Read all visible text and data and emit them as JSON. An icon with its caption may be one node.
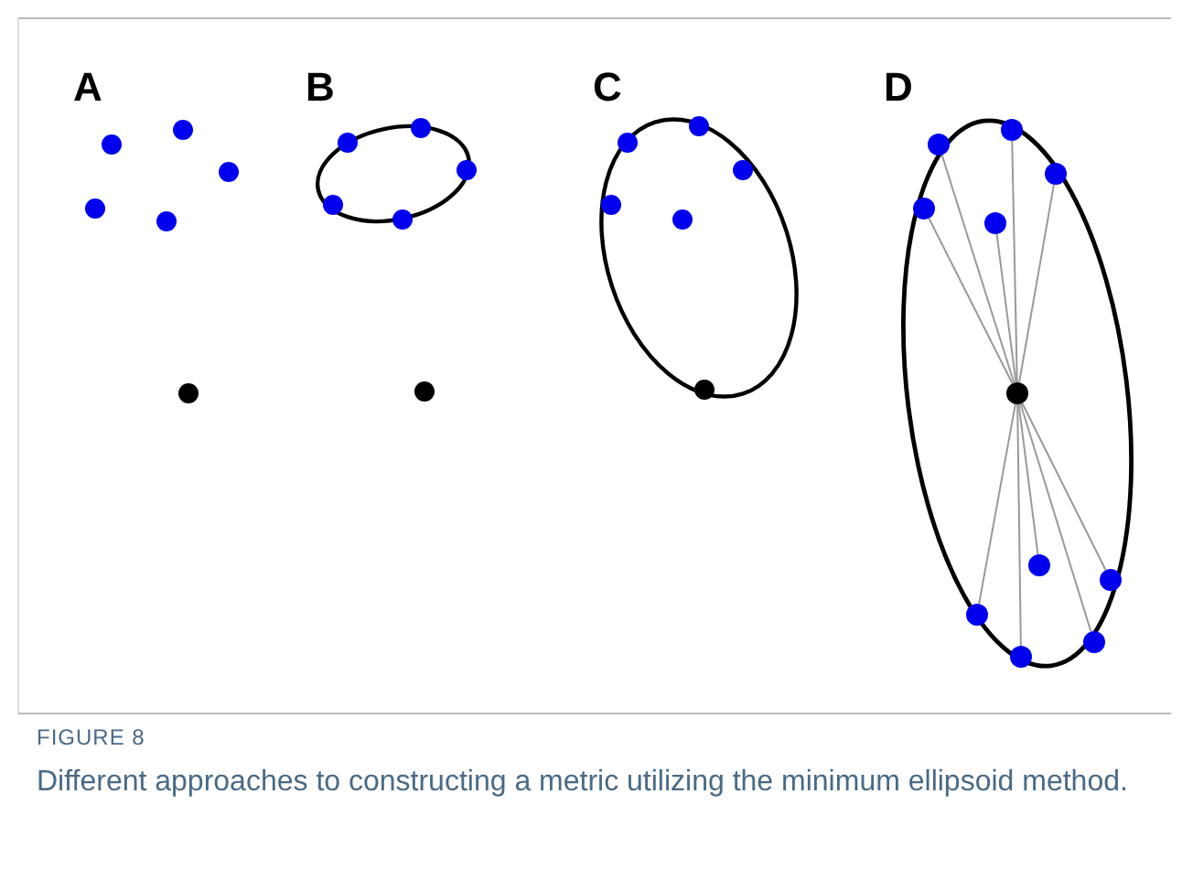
{
  "diagram": {
    "caption": "Different approaches to constructing a metric utilizing the minimum ellipsoid method.",
    "nodes": [
      {
        "text": [],
        "shape": "circle"
      },
      {
        "text": [],
        "shape": "circle"
      },
      {
        "text": [],
        "shape": "circle"
      },
      {
        "text": [],
        "shape": "circle"
      },
      {
        "text": [],
        "shape": "circle"
      },
      {
        "text": [],
        "shape": "circle"
      },
      {
        "text": [],
        "shape": "circle"
      },
      {
        "text": [],
        "shape": "circle"
      },
      {
        "text": [],
        "shape": "circle"
      },
      {
        "text": [],
        "shape": "circle"
      },
      {
        "text": [],
        "shape": "circle"
      }
    ],
    "edges": [
      {
        "from": 0,
        "to": 1,
        "arrow": "none"
      },
      {
        "from": 0,
        "to": 2,
        "arrow": "none"
      },
      {
        "from": 0,
        "to": 3,
        "arrow": "none"
      },
      {
        "from": 0,
        "to": 4,
        "arrow": "none"
      },
      {
        "from": 0,
        "to": 5,
        "arrow": "none"
      },
      {
        "from": 0,
        "to": 6,
        "arrow": "none"
      },
      {
        "from": 0,
        "to": 7,
        "arrow": "none"
      },
      {
        "from": 0,
        "to": 8,
        "arrow": "none"
      },
      {
        "from": 0,
        "to": 9,
        "arrow": "none"
      },
      {
        "from": 0,
        "to": 10,
        "arrow": "none"
      }
    ],
    "labels": [
      "A",
      "B",
      "C",
      "D",
      "FIGURE 8"
    ]
  }
}
